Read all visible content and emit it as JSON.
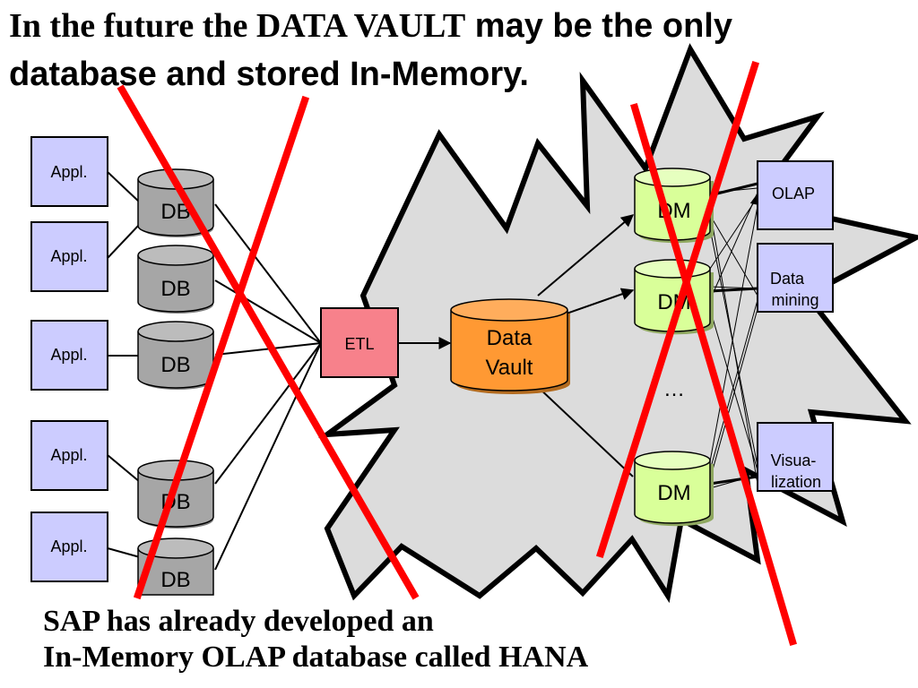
{
  "title": {
    "line1_serif": "In the future the DATA VAULT",
    "line1_sans": " may be the only",
    "line2": "database and stored In-Memory."
  },
  "caption": {
    "line1": "SAP has already developed an",
    "line2": "In-Memory OLAP database called HANA"
  },
  "diagram": {
    "applications": [
      "Appl.",
      "Appl.",
      "Appl.",
      "Appl.",
      "Appl."
    ],
    "source_databases": [
      "DB",
      "DB",
      "DB",
      "DB",
      "DB"
    ],
    "etl": "ETL",
    "vault": {
      "line1": "Data",
      "line2": "Vault"
    },
    "data_marts": [
      "DM",
      "DM",
      "DM"
    ],
    "ellipsis": "…",
    "consumers": {
      "olap": "OLAP",
      "data_mining": {
        "line1": "Data",
        "line2": "mining"
      },
      "visualization": {
        "line1": "Visua-",
        "line2": "lization"
      }
    }
  },
  "colors": {
    "app_box_fill": "#ccccff",
    "db_fill": "#a6a6a6",
    "etl_fill": "#f7818b",
    "vault_fill": "#ff9933",
    "dm_fill": "#d9ff99",
    "burst_fill": "#dcdcdc",
    "cross_out": "#ff0000"
  }
}
